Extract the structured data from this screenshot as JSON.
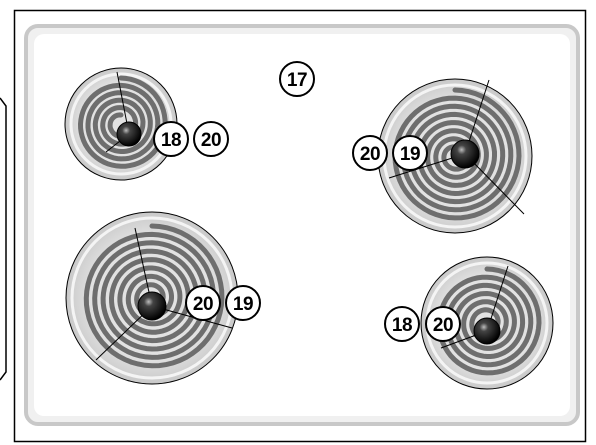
{
  "diagram": {
    "title": "",
    "colors": {
      "outline": "#000000",
      "panel": "#ffffff",
      "panel_inner": "#eeeeee",
      "drip_pan": "#d9d9d9",
      "drip_pan_inner": "#cccccc",
      "coil": "#6e6e6e",
      "knob": "#000000"
    },
    "callouts": {
      "top_center": "17",
      "front_left_small_a": "18",
      "front_left_small_b": "20",
      "right_front_large_a": "20",
      "right_front_large_b": "19",
      "left_rear_large_a": "20",
      "left_rear_large_b": "19",
      "right_rear_small_a": "18",
      "right_rear_small_b": "20"
    }
  }
}
